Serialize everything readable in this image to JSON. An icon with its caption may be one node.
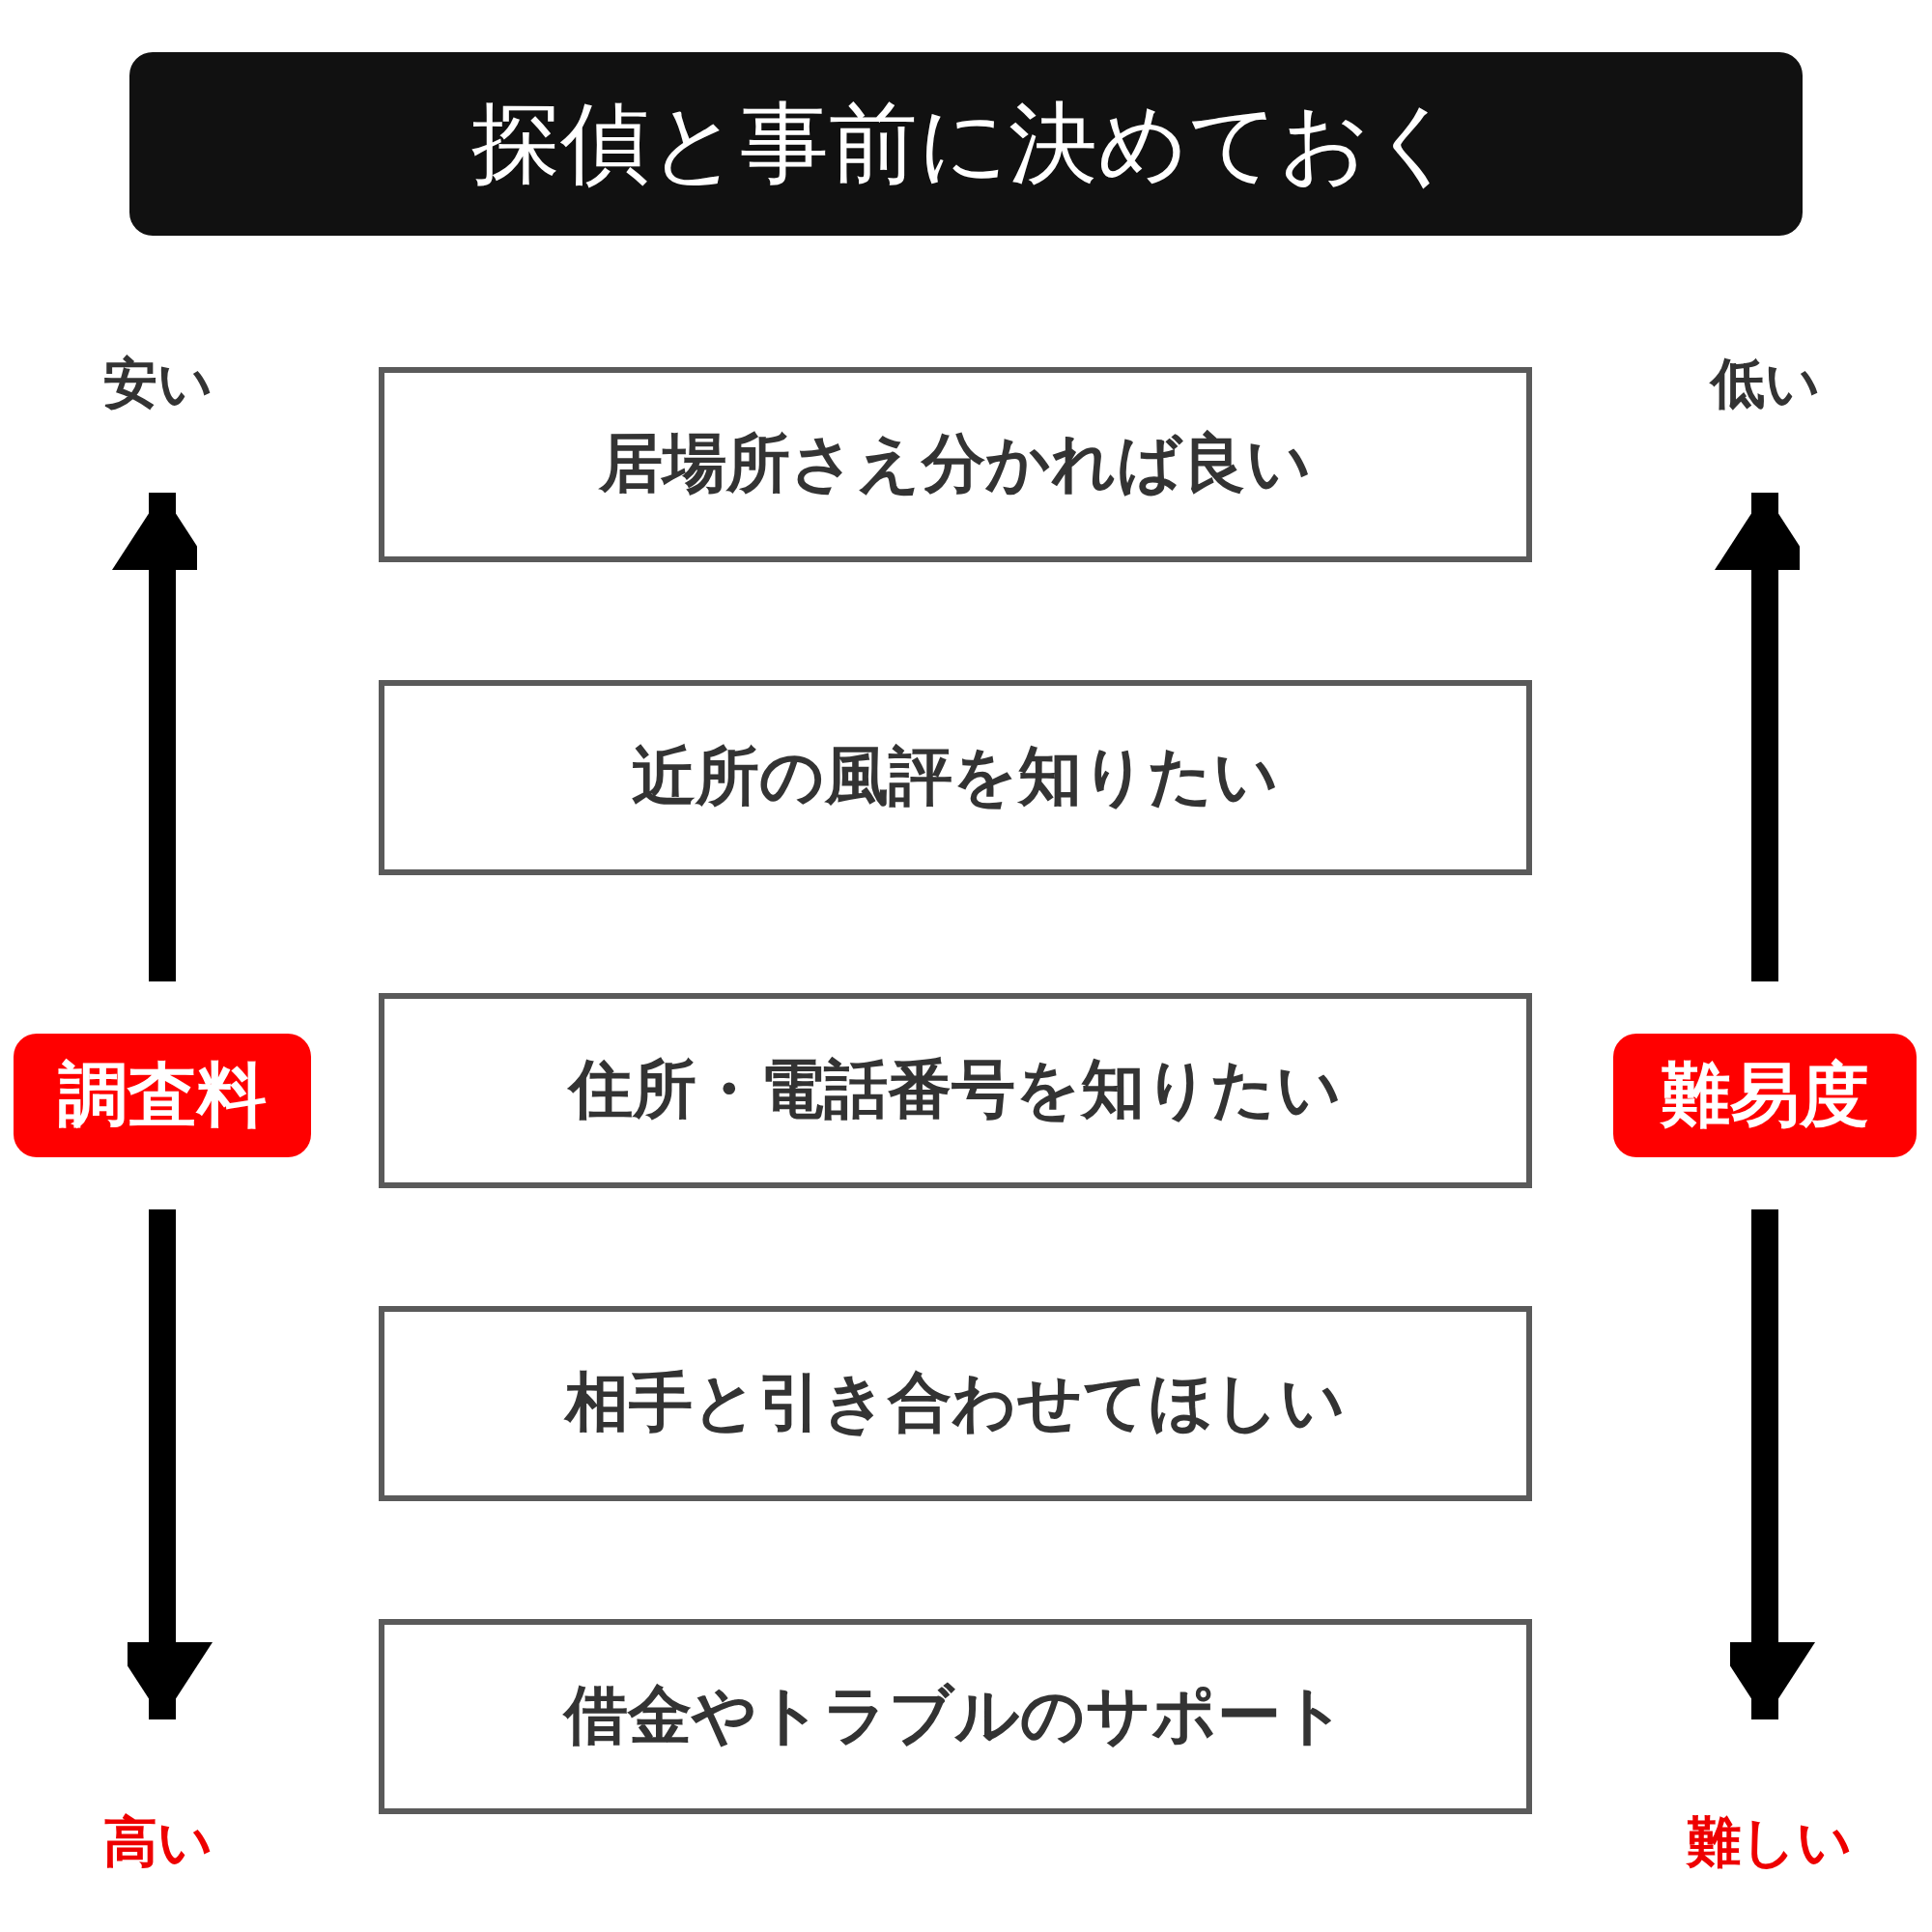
{
  "diagram": {
    "title": "探偵と事前に決めておく",
    "nodes": [
      {
        "text": [
          "居場所さえ分かれば良い"
        ]
      },
      {
        "text": [
          "近所の風評を知りたい"
        ]
      },
      {
        "text": [
          "住所・電話番号を知りたい"
        ]
      },
      {
        "text": [
          "相手と引き合わせてほしい"
        ]
      },
      {
        "text": [
          "借金やトラブルのサポート"
        ]
      },
      {
        "text": [
          "安い"
        ]
      },
      {
        "text": [
          "調査料"
        ]
      },
      {
        "text": [
          "高い"
        ]
      },
      {
        "text": [
          "低い"
        ]
      },
      {
        "text": [
          "難易度"
        ]
      },
      {
        "text": [
          "難しい"
        ]
      }
    ],
    "edges": [
      {
        "from": 6,
        "to": 5,
        "arrow": "to"
      },
      {
        "from": 6,
        "to": 7,
        "arrow": "to"
      },
      {
        "from": 9,
        "to": 8,
        "arrow": "to"
      },
      {
        "from": 9,
        "to": 10,
        "arrow": "to"
      }
    ]
  }
}
